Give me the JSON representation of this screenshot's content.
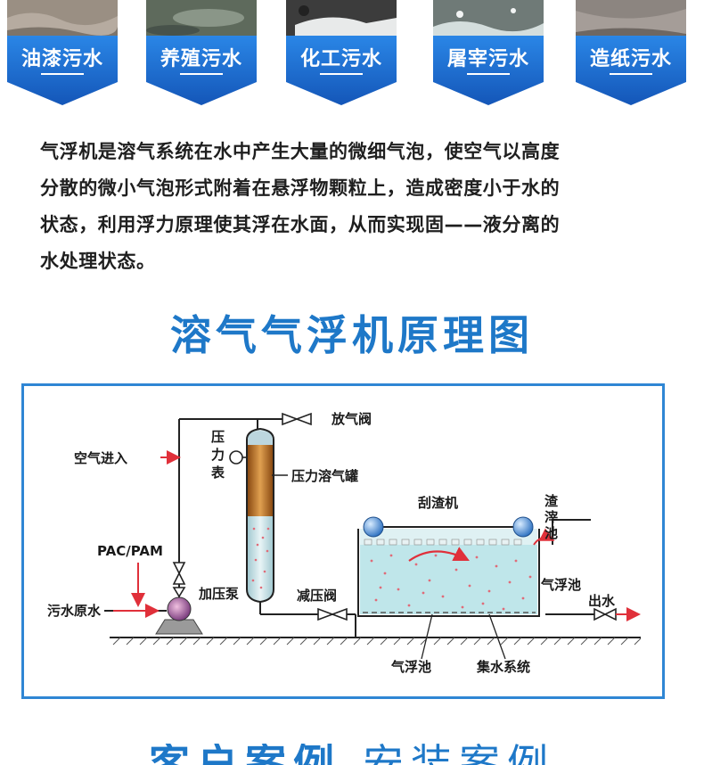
{
  "categories": [
    {
      "label": "油漆污水",
      "photo_color": "#9a8f83"
    },
    {
      "label": "养殖污水",
      "photo_color": "#5e6a5c"
    },
    {
      "label": "化工污水",
      "photo_color": "#3c3c3c"
    },
    {
      "label": "屠宰污水",
      "photo_color": "#6f7a77"
    },
    {
      "label": "造纸污水",
      "photo_color": "#8c8580"
    }
  ],
  "description": [
    "气浮机是溶气系统在水中产生大量的微细气泡，使空气以高度",
    "分散的微小气泡形式附着在悬浮物颗粒上，造成密度小于水的",
    "状态，利用浮力原理使其浮在水面，从而实现固——液分离的",
    "水处理状态。"
  ],
  "section_title": "溶气气浮机原理图",
  "diagram": {
    "labels": {
      "air_in": "空气进入",
      "pac_pam": "PAC/PAM",
      "raw_water": "污水原水",
      "pressure_pump": "加压泵",
      "pressure_gauge_1": "压",
      "pressure_gauge_2": "力",
      "pressure_gauge_3": "表",
      "vent_valve": "放气阀",
      "dissolved_air_tank": "压力溶气罐",
      "scraper": "刮渣机",
      "scum_tank_1": "渣",
      "scum_tank_2": "滓",
      "scum_tank_3": "池",
      "flotation_tank_side": "气浮池",
      "reducing_valve": "减压阀",
      "water_out": "出水",
      "flotation_tank_bottom": "气浮池",
      "collection_system": "集水系统"
    }
  },
  "bottom_title": {
    "part1": "客户案例",
    "part2": "安装案例"
  },
  "colors": {
    "accent": "#1e78c8",
    "frame": "#2f86d4",
    "card_blue": "#1a6fcf",
    "water": "#bfe6ea",
    "arrow_red": "#e0303a"
  }
}
